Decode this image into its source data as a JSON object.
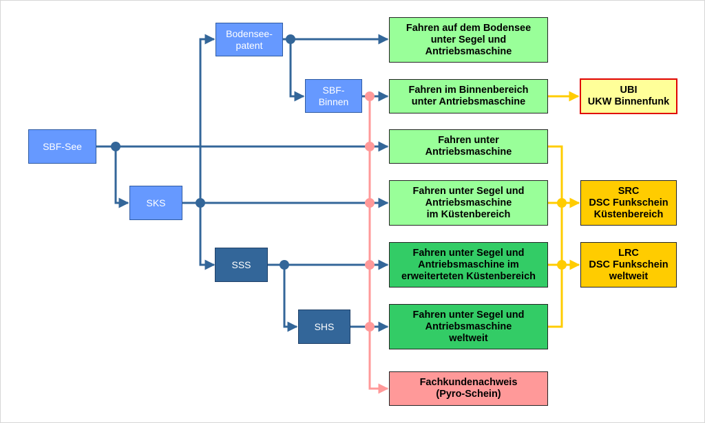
{
  "licenses": {
    "sbf_see": "SBF-See",
    "sks": "SKS",
    "sss": "SSS",
    "shs": "SHS",
    "bodensee": "Bodensee-\npatent",
    "sbf_binnen": "SBF-\nBinnen"
  },
  "permissions": {
    "bodensee": "Fahren auf dem Bodensee\nunter Segel und\nAntriebsmaschine",
    "binnen": "Fahren im Binnenbereich\nunter Antriebsmaschine",
    "motor": "Fahren unter\nAntriebsmaschine",
    "kuesten": "Fahren unter Segel und\nAntriebsmaschine\nim Küstenbereich",
    "erweitert": "Fahren unter Segel und\nAntriebsmaschine im\nerweiterteten Küstenbereich",
    "weltweit": "Fahren unter Segel und\nAntriebsmaschine\nweltweit",
    "pyro": "Fachkundenachweis\n(Pyro-Schein)"
  },
  "radio": {
    "ubi": "UBI\nUKW Binnenfunk",
    "src": "SRC\nDSC Funkschein\nKüstenbereich",
    "lrc": "LRC\nDSC Funkschein\nweltweit"
  },
  "colors": {
    "wire_blue": "#336699",
    "wire_pink": "#ff9999",
    "wire_yellow": "#ffcc00"
  }
}
